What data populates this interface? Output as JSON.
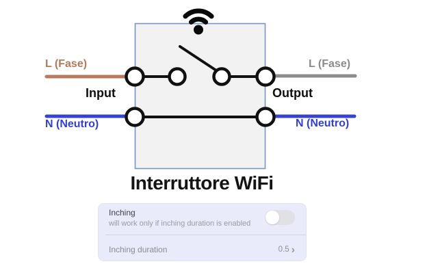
{
  "diagram": {
    "title": "Interruttore WiFi",
    "wifi_icon": "wifi-icon",
    "box": {
      "fill": "#f2f2f2",
      "border_color": "#7596c4"
    },
    "input_side": {
      "side_label": "Input",
      "phase_label": "L (Fase)",
      "neutral_label": "N (Neutro)",
      "phase_color": "#b5795b",
      "neutral_color": "#3340cb"
    },
    "output_side": {
      "side_label": "Output",
      "phase_label": "L (Fase)",
      "neutral_label": "N (Neutro)",
      "phase_color": "#8c8c8c",
      "neutral_color": "#3340cb"
    }
  },
  "settings_panel": {
    "background_color": "#e9eafa",
    "inching_row": {
      "label": "Inching",
      "description": "will work only if inching duration is enabled",
      "toggle_state": "off"
    },
    "duration_row": {
      "label": "Inching duration",
      "value": "0.5",
      "chevron_icon": "chevron-right-icon"
    }
  }
}
